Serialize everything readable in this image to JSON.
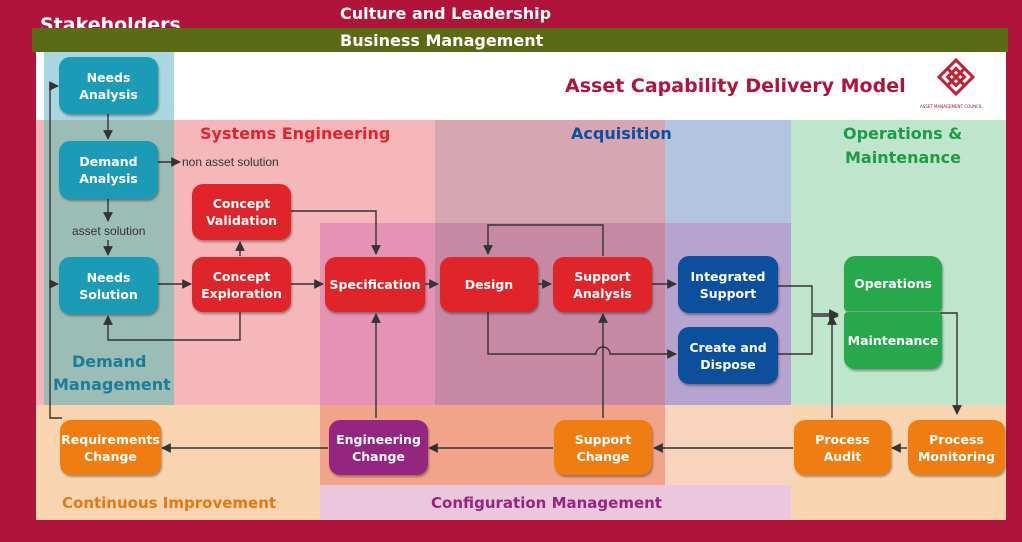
{
  "header": {
    "culture": "Culture and Leadership",
    "stakeholders": "Stakeholders",
    "business": "Business Management"
  },
  "title": "Asset Capability Delivery Model",
  "logo_caption": "ASSET MANAGEMENT COUNCIL",
  "sections": {
    "systems_engineering": "Systems Engineering",
    "acquisition": "Acquisition",
    "ops_line1": "Operations &",
    "ops_line2": "Maintenance",
    "demand_line1": "Demand",
    "demand_line2": "Management",
    "continuous": "Continuous Improvement",
    "configuration": "Configuration Management"
  },
  "nodes": {
    "needs_analysis": "Needs\nAnalysis",
    "demand_analysis": "Demand\nAnalysis",
    "needs_solution": "Needs\nSolution",
    "concept_validation": "Concept\nValidation",
    "concept_exploration": "Concept\nExploration",
    "specification": "Specification",
    "design": "Design",
    "support_analysis": "Support\nAnalysis",
    "integrated_support": "Integrated\nSupport",
    "create_dispose": "Create and\nDispose",
    "operations": "Operations",
    "maintenance": "Maintenance",
    "requirements_change": "Requirements\nChange",
    "engineering_change": "Engineering\nChange",
    "support_change": "Support\nChange",
    "process_audit": "Process\nAudit",
    "process_monitoring": "Process\nMonitoring"
  },
  "labels": {
    "non_asset": "non asset solution",
    "asset": "asset solution"
  },
  "colors": {
    "frame": "#b0143a",
    "business_band": "#5b6a14",
    "teal": "#1b9bb5",
    "red": "#e0252a",
    "navy": "#0c4f9c",
    "green": "#27a84a",
    "orange": "#ef7d12",
    "purple": "#94267f"
  }
}
